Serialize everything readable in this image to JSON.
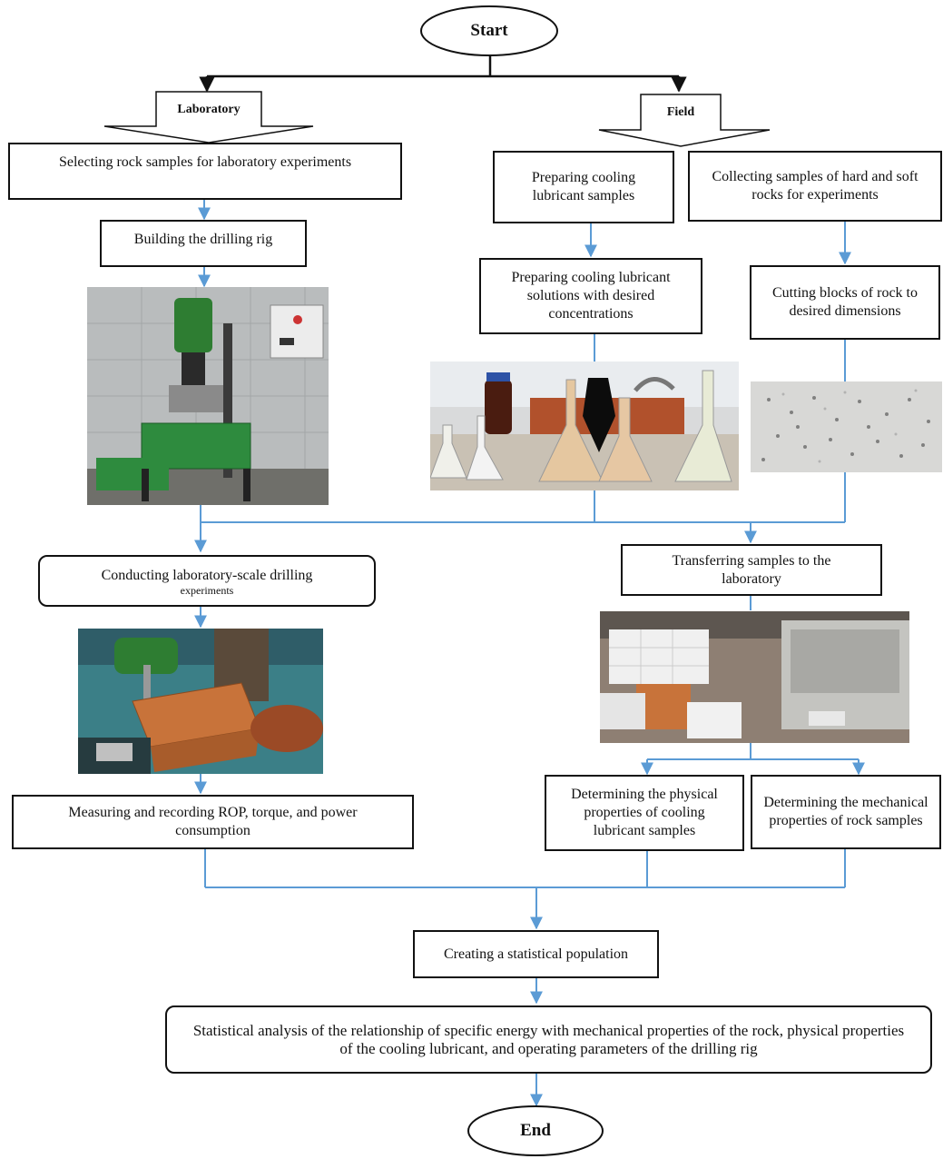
{
  "nodes": {
    "start": "Start",
    "end": "End",
    "laboratory": "Laboratory",
    "field": "Field",
    "select_rock": "Selecting rock samples for laboratory experiments",
    "build_rig": "Building the drilling rig",
    "prep_lubricant": "Preparing cooling lubricant samples",
    "collect_rocks": "Collecting samples of hard and soft rocks for experiments",
    "prep_solutions": "Preparing cooling lubricant solutions with desired concentrations",
    "cut_blocks": "Cutting blocks of rock to desired dimensions",
    "conduct_drilling_line1": "Conducting laboratory-scale drilling",
    "conduct_drilling_line2": "experiments",
    "transfer_samples": "Transferring samples to the laboratory",
    "measure_rop": "Measuring and recording ROP, torque, and power consumption",
    "physical_props": "Determining the physical properties of cooling lubricant samples",
    "mechanical_props": "Determining the mechanical properties of rock samples",
    "statistical_population": "Creating a statistical population",
    "statistical_analysis": "Statistical analysis of the relationship of specific energy with mechanical properties of the rock, physical properties of the cooling lubricant, and operating parameters of the drilling rig"
  },
  "colors": {
    "connector": "#5b9bd5",
    "border": "#111111",
    "drill_green": "#2e7d32",
    "rock_orange": "#c8733a"
  }
}
